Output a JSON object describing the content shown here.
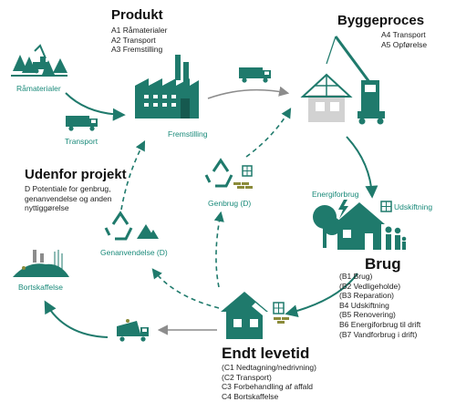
{
  "produkt": {
    "title": "Produkt",
    "lines": [
      "A1 Råmaterialer",
      "A2 Transport",
      "A3 Fremstilling"
    ]
  },
  "byggeproces": {
    "title": "Byggeproces",
    "lines": [
      "A4 Transport",
      "A5 Opførelse"
    ]
  },
  "udenfor": {
    "title": "Udenfor projekt",
    "lines": [
      "D Potentiale for genbrug,",
      "genanvendelse og anden",
      "nyttiggørelse"
    ]
  },
  "brug": {
    "title": "Brug",
    "lines": [
      {
        "text": "(B1 Brug)",
        "muted": true
      },
      {
        "text": "(B2 Vedligeholde)",
        "muted": true
      },
      {
        "text": "(B3 Reparation)",
        "muted": true
      },
      {
        "text": "B4 Udskiftning",
        "muted": false
      },
      {
        "text": "(B5 Renovering)",
        "muted": true
      },
      {
        "text": "B6 Energiforbrug til drift",
        "muted": false
      },
      {
        "text": "(B7 Vandforbrug i drift)",
        "muted": true
      }
    ]
  },
  "endt": {
    "title": "Endt levetid",
    "lines": [
      {
        "text": "(C1 Nedtagning/nedrivning)",
        "muted": true
      },
      {
        "text": "(C2 Transport)",
        "muted": true
      },
      {
        "text": "C3 Forbehandling af affald",
        "muted": false
      },
      {
        "text": "C4 Bortskaffelse",
        "muted": false
      }
    ]
  },
  "labels": {
    "raamaterialer": "Råmaterialer",
    "transport": "Transport",
    "fremstilling": "Fremstilling",
    "genbrug": "Genbrug (D)",
    "genanvendelse": "Genanvendelse (D)",
    "bortskaffelse": "Bortskaffelse",
    "energiforbrug": "Energiforbrug",
    "udskiftning": "Udskiftning"
  },
  "colors": {
    "teal": "#1f7a6c",
    "teal_dark": "#16594f",
    "teal_label": "#1a8a7a",
    "grey_house": "#d2d2d2",
    "arrow_grey": "#8c8c8c"
  },
  "icons": [
    "forest-excavator-icon",
    "truck-icon",
    "factory-icon",
    "crane-house-icon",
    "recycle-icon",
    "bricks-icon",
    "window-icon",
    "tree-icon",
    "house-icon",
    "family-icon",
    "lightning-icon",
    "landfill-icon",
    "tipper-truck-icon",
    "demolished-house-icon"
  ]
}
